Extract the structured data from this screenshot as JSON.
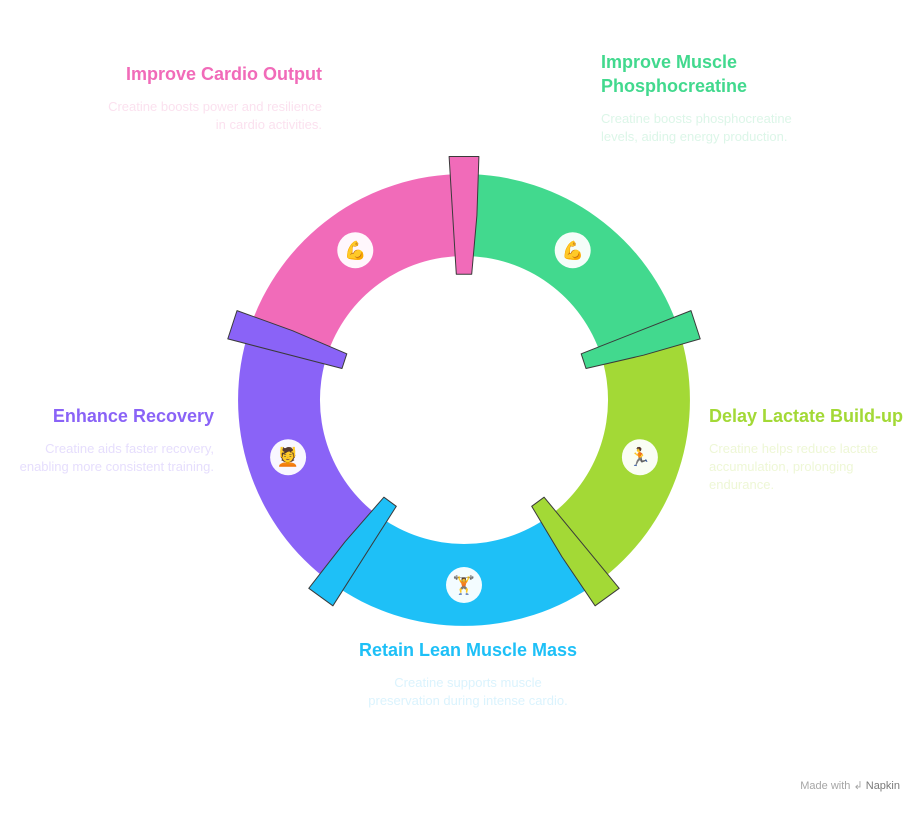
{
  "steps": [
    {
      "key": "cardio",
      "color": "#f16bb9",
      "title": "Improve Cardio Output",
      "description": "Creatine boosts power and resilience in cardio activities.",
      "icon": "flexed-bicep-icon"
    },
    {
      "key": "phosphocreatine",
      "color": "#42d98e",
      "title": "Improve Muscle Phosphocreatine",
      "description": "Creatine boosts phosphocreatine levels, aiding energy production.",
      "icon": "muscle-arm-icon"
    },
    {
      "key": "lactate",
      "color": "#a3d936",
      "title": "Delay Lactate Build-up",
      "description": "Creatine helps reduce lactate accumulation, prolonging endurance.",
      "icon": "runner-stopwatch-icon"
    },
    {
      "key": "lean-mass",
      "color": "#1ec0f7",
      "title": "Retain Lean Muscle Mass",
      "description": "Creatine supports muscle preservation during intense cardio.",
      "icon": "weightlifter-icon"
    },
    {
      "key": "recovery",
      "color": "#8a63f7",
      "title": "Enhance Recovery",
      "description": "Creatine aids faster recovery, enabling more consistent training.",
      "icon": "massage-icon"
    }
  ],
  "footer": {
    "prefix": "Made with",
    "brand": "Napkin",
    "icon": "napkin-logo-icon"
  }
}
